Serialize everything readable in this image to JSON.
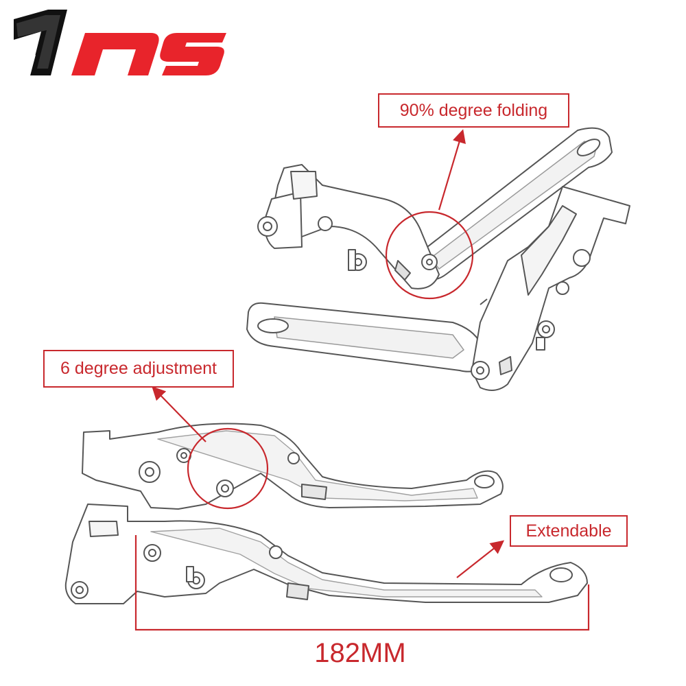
{
  "brand": {
    "logo_text": "1ns",
    "logo_color": "#e8242b",
    "logo_dark": "#111111"
  },
  "colors": {
    "accent": "#c8282d",
    "line_art": "#555555"
  },
  "callouts": {
    "folding": "90% degree folding",
    "adjustment": "6 degree adjustment",
    "extendable": "Extendable"
  },
  "dimension": {
    "label": "182MM"
  }
}
